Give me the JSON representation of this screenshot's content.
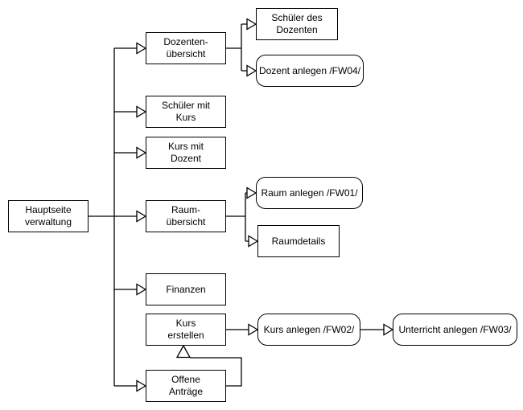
{
  "diagram": {
    "nodes": {
      "hauptseite_verwaltung": {
        "label": "Hauptseite\nverwaltung",
        "shape": "rectangle"
      },
      "dozenten_uebersicht": {
        "label": "Dozenten-\nübersicht",
        "shape": "rectangle"
      },
      "schueler_mit_kurs": {
        "label": "Schüler mit\nKurs",
        "shape": "rectangle"
      },
      "kurs_mit_dozent": {
        "label": "Kurs mit\nDozent",
        "shape": "rectangle"
      },
      "raum_uebersicht": {
        "label": "Raum-\nübersicht",
        "shape": "rectangle"
      },
      "finanzen": {
        "label": "Finanzen",
        "shape": "rectangle"
      },
      "kurs_erstellen": {
        "label": "Kurs\nerstellen",
        "shape": "rectangle"
      },
      "offene_antraege": {
        "label": "Offene\nAnträge",
        "shape": "rectangle"
      },
      "schueler_des_dozenten": {
        "label": "Schüler des\nDozenten",
        "shape": "rectangle"
      },
      "dozent_anlegen": {
        "label": "Dozent anlegen /FW04/",
        "shape": "rounded"
      },
      "raum_anlegen": {
        "label": "Raum anlegen /FW01/",
        "shape": "rounded"
      },
      "raumdetails": {
        "label": "Raumdetails",
        "shape": "rectangle"
      },
      "kurs_anlegen": {
        "label": "Kurs anlegen /FW02/",
        "shape": "rounded"
      },
      "unterricht_anlegen": {
        "label": "Unterricht anlegen /FW03/",
        "shape": "rounded"
      }
    },
    "edges": [
      {
        "from": "hauptseite_verwaltung",
        "to": "dozenten_uebersicht"
      },
      {
        "from": "hauptseite_verwaltung",
        "to": "schueler_mit_kurs"
      },
      {
        "from": "hauptseite_verwaltung",
        "to": "kurs_mit_dozent"
      },
      {
        "from": "hauptseite_verwaltung",
        "to": "raum_uebersicht"
      },
      {
        "from": "hauptseite_verwaltung",
        "to": "finanzen"
      },
      {
        "from": "hauptseite_verwaltung",
        "to": "offene_antraege"
      },
      {
        "from": "dozenten_uebersicht",
        "to": "schueler_des_dozenten"
      },
      {
        "from": "dozenten_uebersicht",
        "to": "dozent_anlegen"
      },
      {
        "from": "raum_uebersicht",
        "to": "raum_anlegen"
      },
      {
        "from": "raum_uebersicht",
        "to": "raumdetails"
      },
      {
        "from": "kurs_erstellen",
        "to": "kurs_anlegen"
      },
      {
        "from": "kurs_anlegen",
        "to": "unterricht_anlegen"
      },
      {
        "from": "offene_antraege",
        "to": "kurs_erstellen"
      }
    ],
    "colors": {
      "stroke": "#000000",
      "node_fill": "#ffffff",
      "text": "#000000",
      "background": "#ffffff"
    }
  }
}
